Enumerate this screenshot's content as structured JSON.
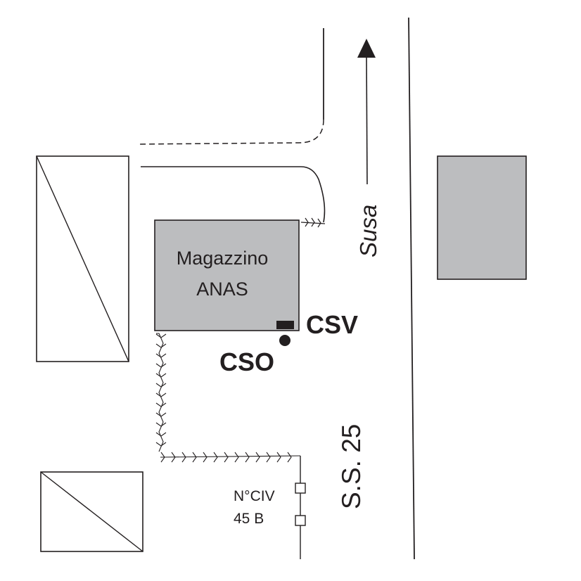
{
  "building": {
    "name_line1": "Magazzino",
    "name_line2": "ANAS"
  },
  "road": {
    "direction_label": "Susa",
    "name": "S.S. 25"
  },
  "markers": {
    "csv": "CSV",
    "cso": "CSO"
  },
  "address": {
    "line1": "N°CIV",
    "line2": "45 B"
  },
  "colors": {
    "building_fill": "#bcbdbf",
    "stroke": "#231f20",
    "background": "#ffffff"
  }
}
